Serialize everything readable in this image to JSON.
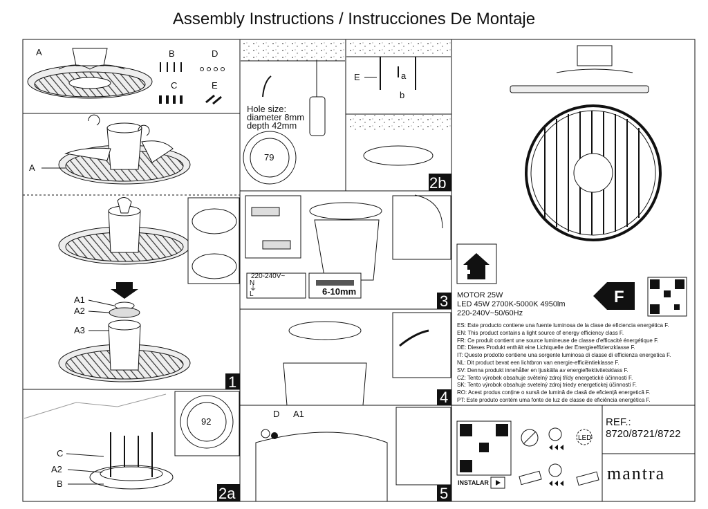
{
  "title": "Assembly Instructions / Instrucciones De Montaje",
  "labels": {
    "A": "A",
    "B": "B",
    "C": "C",
    "D": "D",
    "E": "E",
    "A1": "A1",
    "A2": "A2",
    "A3": "A3",
    "a": "a",
    "b": "b"
  },
  "hole": {
    "line1": "Hole size:",
    "line2": "diameter 8mm",
    "line3": "depth 42mm"
  },
  "dims": {
    "d79": "79",
    "d92": "92",
    "strip": "6-10mm",
    "voltage_tag": "220-240V~"
  },
  "wire_letters": {
    "n": "N",
    "e": "⏚",
    "l": "L"
  },
  "steps": {
    "s1": "1",
    "s2a": "2a",
    "s2b": "2b",
    "s3": "3",
    "s4": "4",
    "s5": "5"
  },
  "specs": {
    "motor": "MOTOR 25W",
    "led": "LED 45W 2700K-5000K 4950lm",
    "power": "220-240V~50/60Hz"
  },
  "energy_class": "F",
  "energy_lines": [
    "ES: Este producto contiene una fuente luminosa de la clase de eficiencia energética F.",
    "EN: This product contains a light source of energy efficiency class F.",
    "FR: Ce produit contient une source lumineuse de classe d'efficacité énergétique F.",
    "DE: Dieses Produkt enthält eine Lichtquelle der Energieeffizienzklasse F.",
    "IT: Questo prodotto contiene una sorgente luminosa di classe di efficienza energetica F.",
    "NL: Dit product bevat een lichtbron van energie-efficiëntieklasse F.",
    "SV: Denna produkt innehåller en ljuskälla av energieffektivitetsklass F.",
    "CZ: Tento výrobek obsahuje světelný zdroj třídy energetické účinnosti F.",
    "SK: Tento výrobok obsahuje svetelný zdroj triedy energetickej účinnosti F.",
    "RO: Acest produs conține o sursă de lumină de clasă de eficiență energetică F.",
    "PT: Este produto contém uma fonte de luz de classe de eficiência energética F."
  ],
  "ref_label": "REF.:",
  "ref_codes": "8720/8721/8722",
  "brand": "mantra",
  "install_label": "INSTALAR",
  "led_icon": "LED"
}
